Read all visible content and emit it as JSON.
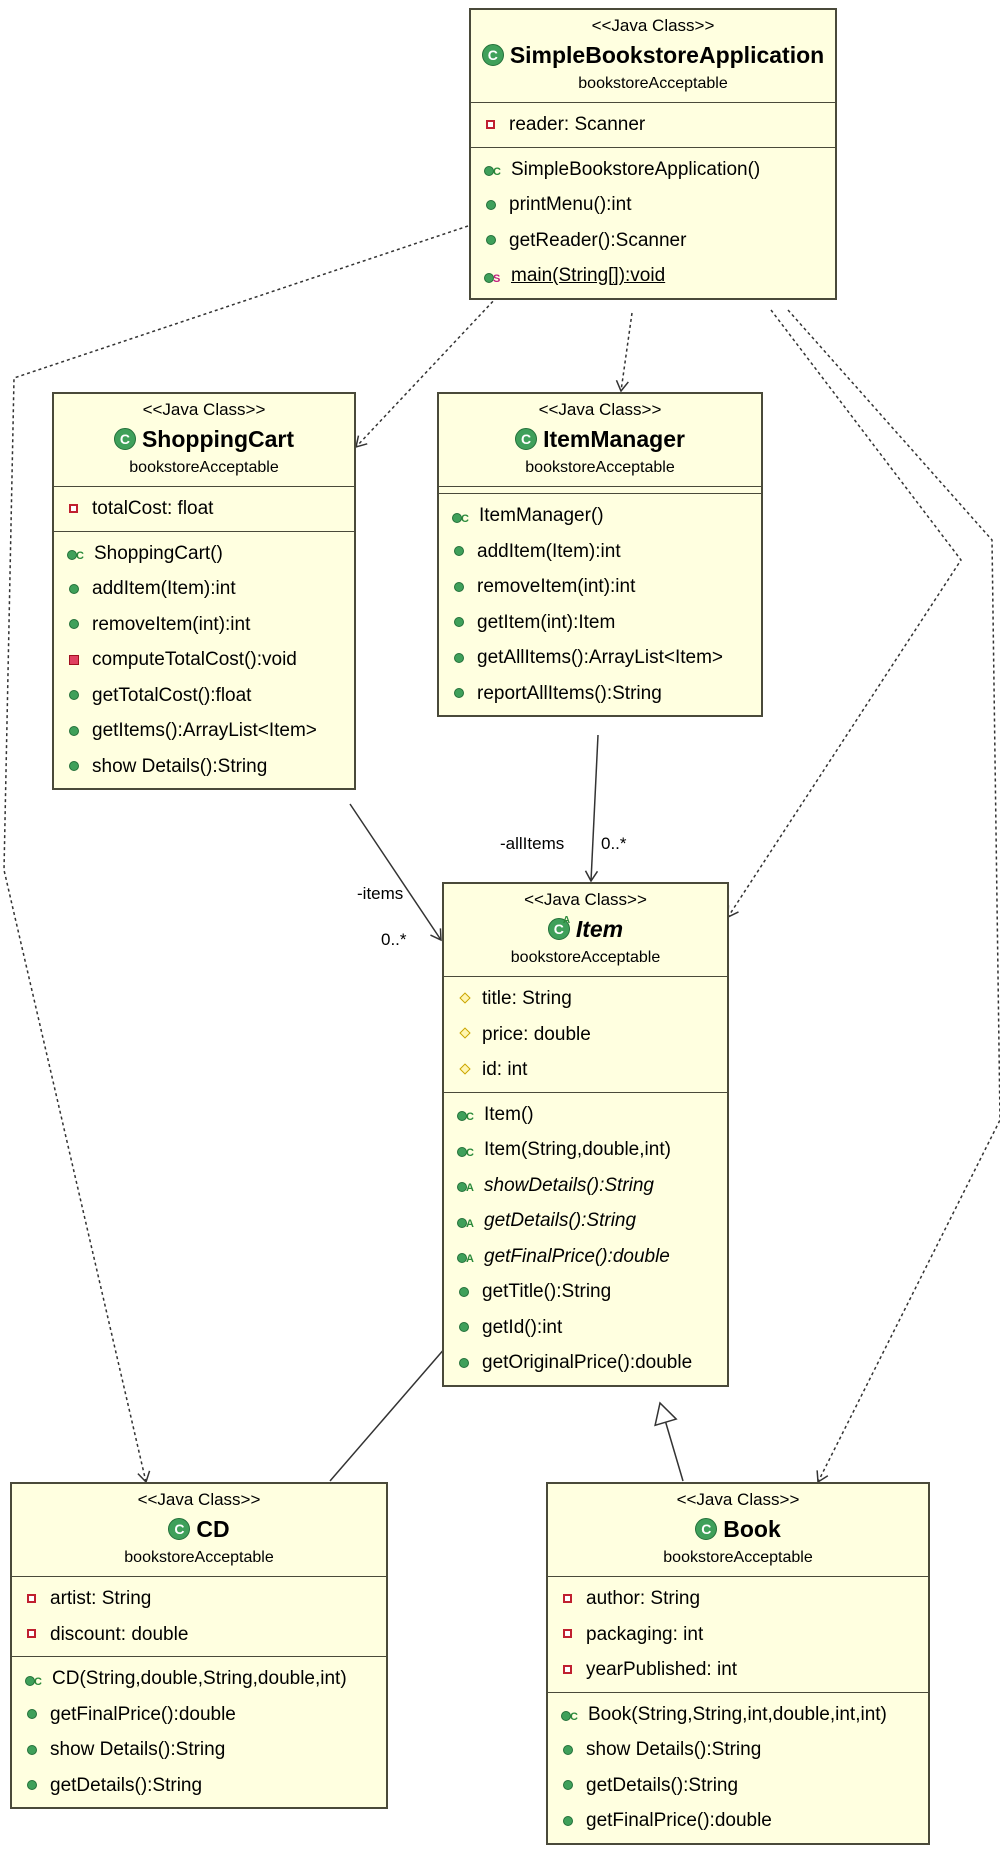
{
  "diagram": {
    "stereotype": "<<Java Class>>",
    "package": "bookstoreAcceptable",
    "classes": {
      "app": {
        "name": "SimpleBookstoreApplication",
        "fields": [
          {
            "icon": "private-field-icon",
            "text": "reader: Scanner"
          }
        ],
        "methods": [
          {
            "icon": "constructor-icon",
            "text": "SimpleBookstoreApplication()"
          },
          {
            "icon": "public-method-icon",
            "text": "printMenu():int"
          },
          {
            "icon": "public-method-icon",
            "text": "getReader():Scanner"
          },
          {
            "icon": "static-method-icon",
            "text": "main(String[]):void"
          }
        ]
      },
      "cart": {
        "name": "ShoppingCart",
        "fields": [
          {
            "icon": "private-field-icon",
            "text": "totalCost: float"
          }
        ],
        "methods": [
          {
            "icon": "constructor-icon",
            "text": "ShoppingCart()"
          },
          {
            "icon": "public-method-icon",
            "text": "addItem(Item):int"
          },
          {
            "icon": "public-method-icon",
            "text": "removeItem(int):int"
          },
          {
            "icon": "private-method-icon",
            "text": "computeTotalCost():void"
          },
          {
            "icon": "public-method-icon",
            "text": "getTotalCost():float"
          },
          {
            "icon": "public-method-icon",
            "text": "getItems():ArrayList<Item>"
          },
          {
            "icon": "public-method-icon",
            "text": "show Details():String"
          }
        ]
      },
      "manager": {
        "name": "ItemManager",
        "fields": [],
        "methods": [
          {
            "icon": "constructor-icon",
            "text": "ItemManager()"
          },
          {
            "icon": "public-method-icon",
            "text": "addItem(Item):int"
          },
          {
            "icon": "public-method-icon",
            "text": "removeItem(int):int"
          },
          {
            "icon": "public-method-icon",
            "text": "getItem(int):Item"
          },
          {
            "icon": "public-method-icon",
            "text": "getAllItems():ArrayList<Item>"
          },
          {
            "icon": "public-method-icon",
            "text": "reportAllItems():String"
          }
        ]
      },
      "item": {
        "name": "Item",
        "fields": [
          {
            "icon": "protected-field-icon",
            "text": "title: String"
          },
          {
            "icon": "protected-field-icon",
            "text": "price: double"
          },
          {
            "icon": "protected-field-icon",
            "text": "id: int"
          }
        ],
        "methods": [
          {
            "icon": "constructor-icon",
            "text": "Item()"
          },
          {
            "icon": "constructor-icon",
            "text": "Item(String,double,int)"
          },
          {
            "icon": "abstract-method-icon",
            "text": "showDetails():String"
          },
          {
            "icon": "abstract-method-icon",
            "text": "getDetails():String"
          },
          {
            "icon": "abstract-method-icon",
            "text": "getFinalPrice():double"
          },
          {
            "icon": "public-method-icon",
            "text": "getTitle():String"
          },
          {
            "icon": "public-method-icon",
            "text": "getId():int"
          },
          {
            "icon": "public-method-icon",
            "text": "getOriginalPrice():double"
          }
        ]
      },
      "cd": {
        "name": "CD",
        "fields": [
          {
            "icon": "private-field-icon",
            "text": "artist: String"
          },
          {
            "icon": "private-field-icon",
            "text": "discount: double"
          }
        ],
        "methods": [
          {
            "icon": "constructor-icon",
            "text": "CD(String,double,String,double,int)"
          },
          {
            "icon": "public-method-icon",
            "text": "getFinalPrice():double"
          },
          {
            "icon": "public-method-icon",
            "text": "show Details():String"
          },
          {
            "icon": "public-method-icon",
            "text": "getDetails():String"
          }
        ]
      },
      "book": {
        "name": "Book",
        "fields": [
          {
            "icon": "private-field-icon",
            "text": "author: String"
          },
          {
            "icon": "private-field-icon",
            "text": "packaging: int"
          },
          {
            "icon": "private-field-icon",
            "text": "yearPublished: int"
          }
        ],
        "methods": [
          {
            "icon": "constructor-icon",
            "text": "Book(String,String,int,double,int,int)"
          },
          {
            "icon": "public-method-icon",
            "text": "show Details():String"
          },
          {
            "icon": "public-method-icon",
            "text": "getDetails():String"
          },
          {
            "icon": "public-method-icon",
            "text": "getFinalPrice():double"
          }
        ]
      }
    },
    "labels": {
      "items_role": "-items",
      "items_mult": "0..*",
      "allitems_role": "-allItems",
      "allitems_mult": "0..*"
    },
    "colors": {
      "class_fill": "#ffffe0",
      "border": "#4a4a3a",
      "icon_green": "#3fa05a",
      "private_red": "#c02030"
    }
  }
}
